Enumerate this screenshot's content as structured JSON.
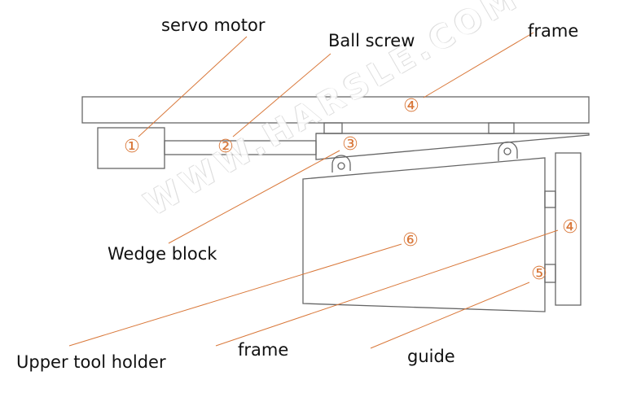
{
  "diagram": {
    "watermark": "WWW.HARSLE.COM",
    "labels": {
      "servo_motor": "servo motor",
      "ball_screw": "Ball screw",
      "frame_top": "frame",
      "wedge_block": "Wedge block",
      "upper_tool_holder": "Upper tool holder",
      "frame_bottom": "frame",
      "guide": "guide"
    },
    "markers": {
      "m1": "①",
      "m2": "②",
      "m3": "③",
      "m4_top": "④",
      "m4_side": "④",
      "m5": "⑤",
      "m6": "⑥"
    },
    "colors": {
      "leader": "#d9783a",
      "outline": "#666666"
    }
  }
}
